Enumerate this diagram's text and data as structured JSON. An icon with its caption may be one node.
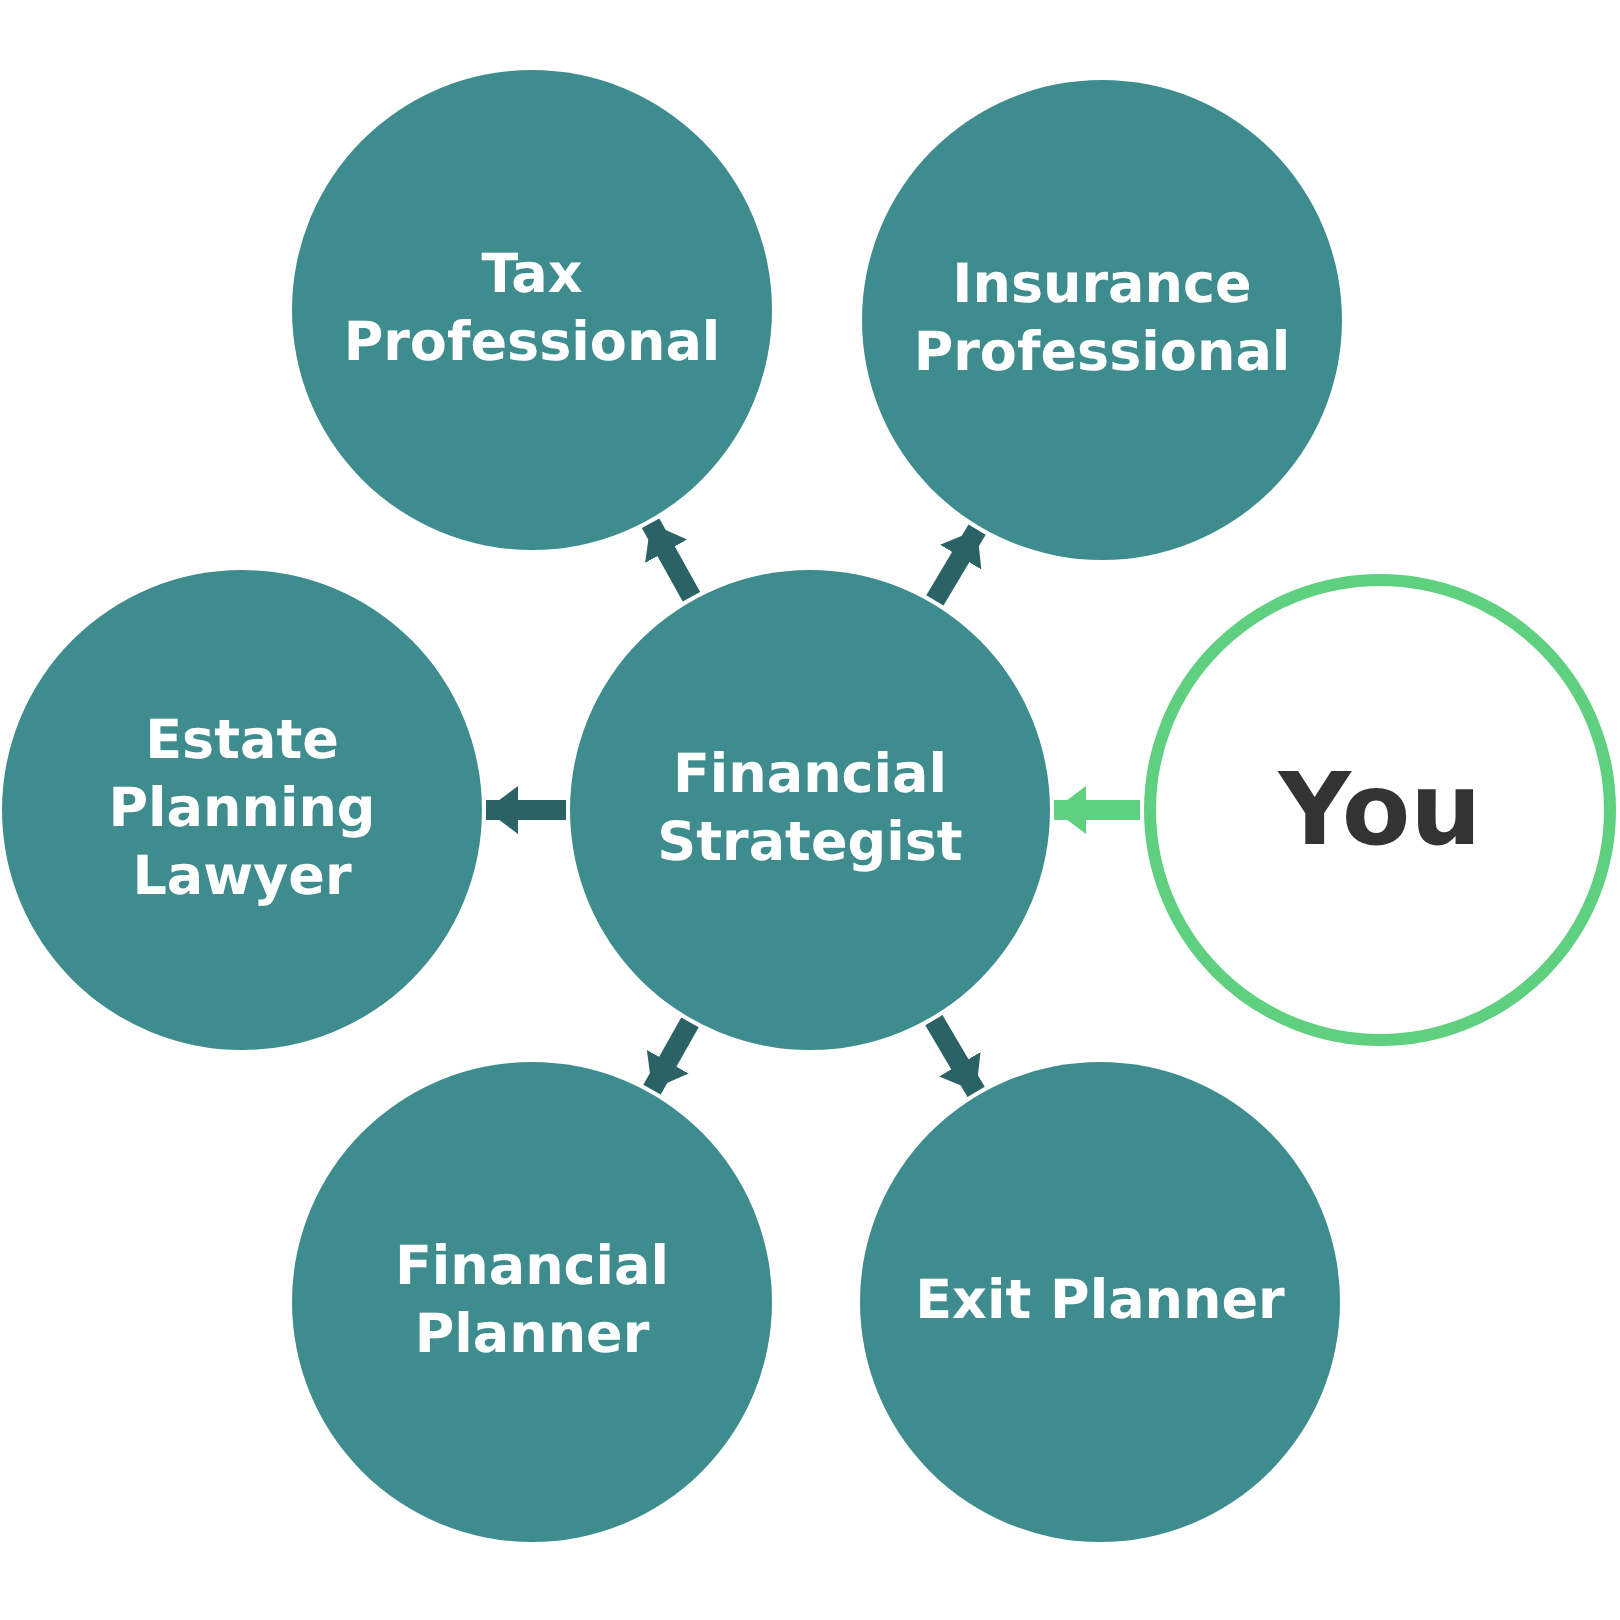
{
  "diagram": {
    "nodes": [
      {
        "text": [
          "Tax Professional"
        ]
      },
      {
        "text": [
          "Insurance Professional"
        ]
      },
      {
        "text": [
          "Estate Planning Lawyer"
        ]
      },
      {
        "text": [
          "Financial Strategist"
        ]
      },
      {
        "text": [
          "You"
        ]
      },
      {
        "text": [
          "Financial Planner"
        ]
      },
      {
        "text": [
          "Exit Planner"
        ]
      }
    ],
    "edges": [
      {
        "from": 3,
        "to": 0,
        "arrow": "to"
      },
      {
        "from": 3,
        "to": 1,
        "arrow": "to"
      },
      {
        "from": 3,
        "to": 2,
        "arrow": "to"
      },
      {
        "from": 4,
        "to": 3,
        "arrow": "to",
        "color": "#5fcf80"
      },
      {
        "from": 3,
        "to": 5,
        "arrow": "to"
      },
      {
        "from": 3,
        "to": 6,
        "arrow": "to"
      }
    ]
  }
}
